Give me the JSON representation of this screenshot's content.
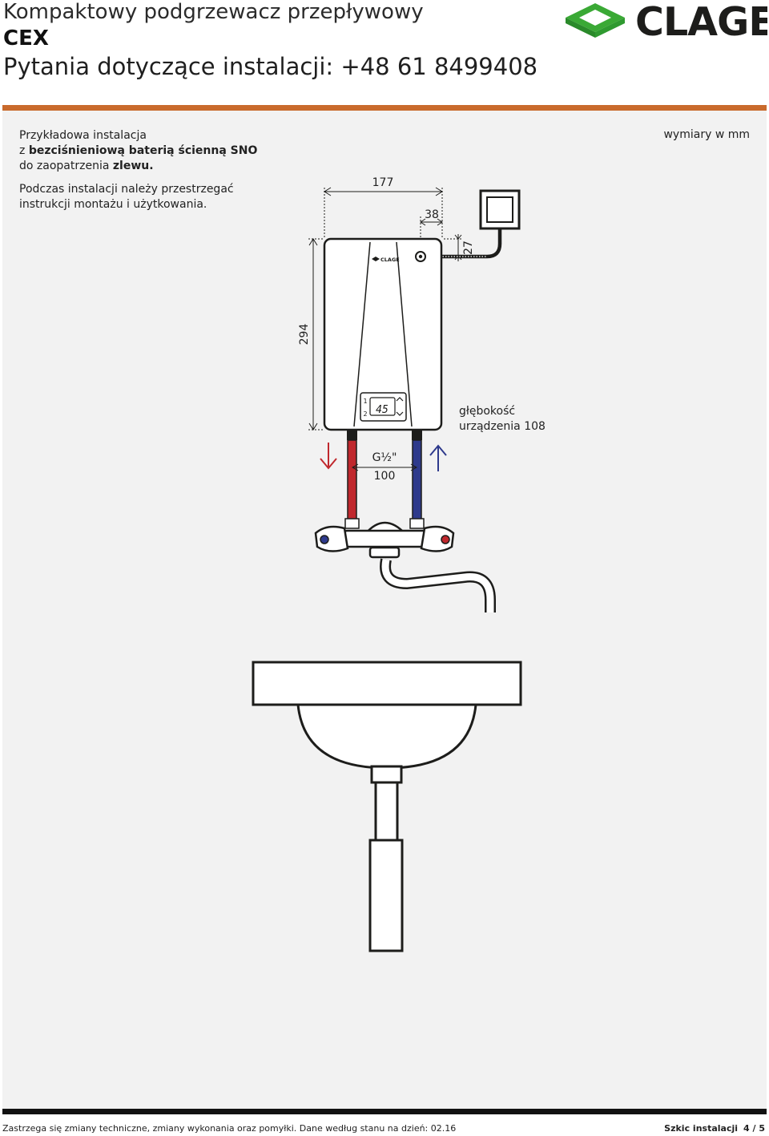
{
  "header": {
    "title": "Kompaktowy podgrzewacz przepływowy",
    "model": "CEX",
    "contact": "Pytania dotyczące instalacji: +48 61 8499408",
    "logo_text": "CLAGE"
  },
  "intro": {
    "line1": "Przykładowa instalacja",
    "line2_prefix": "z ",
    "line2_bold": "bezciśnieniową baterią ścienną SNO",
    "line3_prefix": "do zaopatrzenia ",
    "line3_bold": "zlewu.",
    "note_line1": "Podczas instalacji należy przestrzegać",
    "note_line2": "instrukcji montażu i użytkowania."
  },
  "units_label": "wymiary w mm",
  "dimensions": {
    "width": "177",
    "side_offset": "38",
    "top_offset": "27",
    "height": "294",
    "depth_line1": "głębokość",
    "depth_line2": "urządzenia 108",
    "thread": "G½\"",
    "pipe_spacing": "100"
  },
  "device": {
    "brand": "CLAGE",
    "display_value": "45",
    "button_1": "1",
    "button_2": "2"
  },
  "colors": {
    "accent": "#c96a2c",
    "hot_pipe": "#c0282d",
    "cold_pipe": "#2e3a8c",
    "logo_green": "#3aa935",
    "panel_bg": "#f2f2f2"
  },
  "footer": {
    "disclaimer": "Zastrzega się zmiany techniczne, zmiany wykonania oraz pomyłki. Dane według stanu na dzień: 02.16",
    "section": "Szkic instalacji",
    "page": "4 / 5"
  }
}
